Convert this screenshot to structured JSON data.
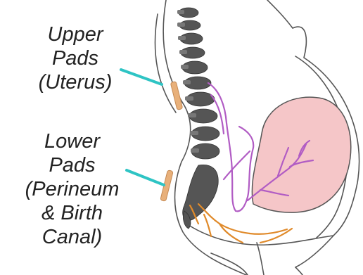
{
  "labels": {
    "upper": [
      "Upper",
      "Pads",
      "(Uterus)"
    ],
    "lower": [
      "Lower",
      "Pads",
      "(Perineum",
      "& Birth",
      "Canal)"
    ]
  },
  "colors": {
    "pointer": "#2ec4c4",
    "pad": "#e8b07a",
    "uterus": "#f5c6c8",
    "spine": "#555555",
    "nerve_upper": "#b15cc4",
    "nerve_lower": "#e08a2a",
    "outline": "#555555"
  }
}
